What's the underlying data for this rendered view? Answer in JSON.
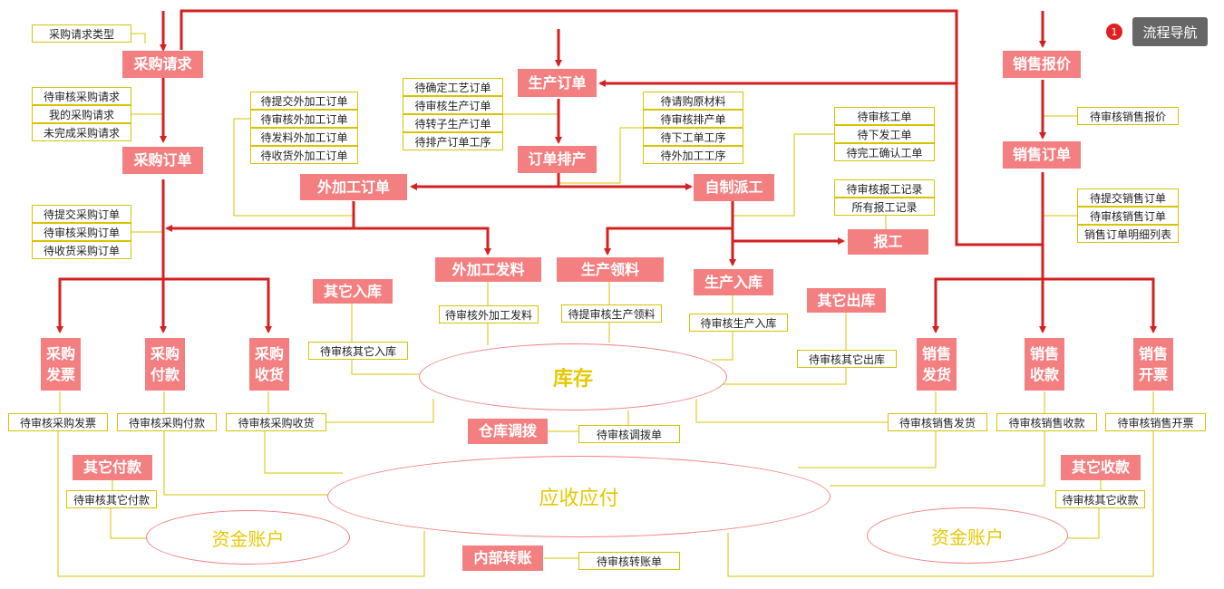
{
  "nav": {
    "badge": "1",
    "label": "流程导航"
  },
  "processes": {
    "purchase_request": "采购请求",
    "purchase_order": "采购订单",
    "production_order": "生产订单",
    "order_schedule": "订单排产",
    "outsource_order": "外加工订单",
    "self_dispatch": "自制派工",
    "work_report": "报工",
    "sales_quote": "销售报价",
    "sales_order": "销售订单",
    "outsource_issue": "外加工发料",
    "production_pick": "生产领料",
    "production_in": "生产入库",
    "other_in": "其它入库",
    "other_out": "其它出库",
    "purchase_invoice": "采购发票",
    "purchase_payment": "采购付款",
    "purchase_receive": "采购收货",
    "sales_ship": "销售发货",
    "sales_collect": "销售收款",
    "sales_invoice": "销售开票",
    "warehouse_transfer": "仓库调拨",
    "other_payment": "其它付款",
    "other_collect": "其它收款",
    "internal_transfer": "内部转账"
  },
  "centers": {
    "inventory": "库存",
    "ar_ap": "应收应付",
    "fund_left": "资金账户",
    "fund_right": "资金账户"
  },
  "tasks": {
    "pr_type": "采购请求类型",
    "pr_list": [
      "待审核采购请求",
      "我的采购请求",
      "未完成采购请求"
    ],
    "po_list": [
      "待提交采购订单",
      "待审核采购订单",
      "待收货采购订单"
    ],
    "outsource_list": [
      "待提交外加工订单",
      "待审核外加工订单",
      "待发料外加工订单",
      "待收货外加工订单"
    ],
    "prod_order_list": [
      "待确定工艺订单",
      "待审核生产订单",
      "待转子生产订单",
      "待排产订单工序"
    ],
    "schedule_list": [
      "待请购原材料",
      "待审核排产单",
      "待下工单工序",
      "待外加工工序"
    ],
    "dispatch_list": [
      "待审核工单",
      "待下发工单",
      "待完工确认工单"
    ],
    "report_list": [
      "待审核报工记录",
      "所有报工记录"
    ],
    "quote_list": [
      "待审核销售报价"
    ],
    "so_list": [
      "待提交销售订单",
      "待审核销售订单",
      "销售订单明细列表"
    ],
    "other_in": "待审核其它入库",
    "outsource_issue": "待审核外加工发料",
    "production_pick": "待提审核生产领料",
    "production_in": "待审核生产入库",
    "other_out": "待审核其它出库",
    "purchase_invoice": "待审核采购发票",
    "purchase_payment": "待审核采购付款",
    "purchase_receive": "待审核采购收货",
    "transfer": "待审核调拨单",
    "sales_ship": "待审核销售发货",
    "sales_collect": "待审核销售收款",
    "sales_invoice": "待审核销售开票",
    "other_payment": "待审核其它付款",
    "other_collect": "待审核其它收款",
    "internal_transfer": "待审核转账单"
  },
  "colors": {
    "process_fill": "#f47f81",
    "flow_line": "#d42020",
    "link_line": "#d8c300",
    "center_text": "#e6c800"
  }
}
